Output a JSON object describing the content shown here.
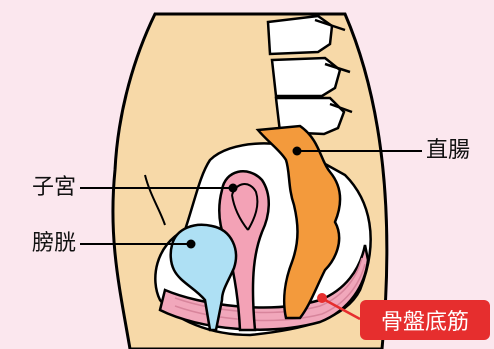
{
  "labels": {
    "rectum": "直腸",
    "uterus": "子宮",
    "bladder": "膀胱",
    "pelvic_floor": "骨盤底筋"
  },
  "colors": {
    "background": "#fbe7ee",
    "skin": "#f7d9a8",
    "outline": "#000000",
    "rectum": "#f39a3c",
    "uterus": "#f3a2b6",
    "bladder": "#aee0f4",
    "muscle": "#f1a7bb",
    "accent": "#e62e2e"
  }
}
